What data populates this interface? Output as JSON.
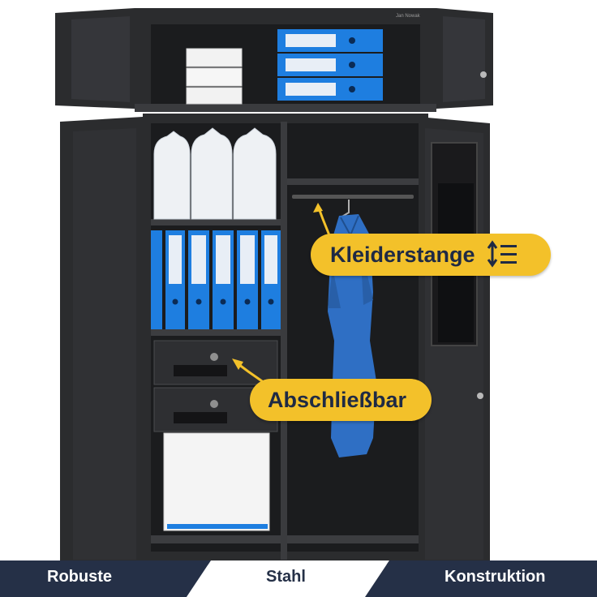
{
  "cabinet": {
    "brand": "Jan Nowak"
  },
  "callouts": {
    "rail": "Kleiderstange",
    "lockable": "Abschließbar"
  },
  "banner": {
    "left": "Robuste",
    "center": "Stahl",
    "right": "Konstruktion"
  },
  "colors": {
    "cabinet": "#2b2c2e",
    "accent": "#f3c12a",
    "accent_text": "#1f2a44",
    "banner_dark": "#253047",
    "banner_light": "#ffffff",
    "binder_blue": "#1e7ee0",
    "shirt_blue": "#2f6fc4"
  },
  "icons": {
    "rail_icon": "sort-lines-icon"
  }
}
